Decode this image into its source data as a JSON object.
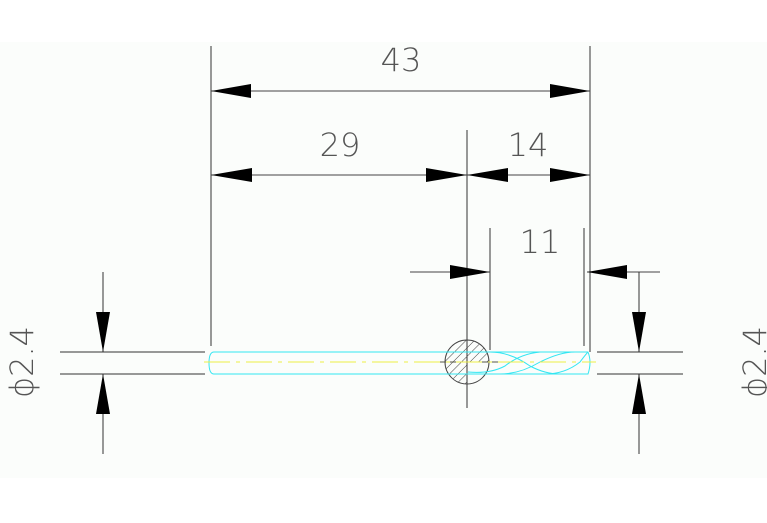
{
  "drawing": {
    "type": "technical drawing - drill bit side view",
    "colors": {
      "background": "#fbfdfb",
      "dimension_lines": "#333333",
      "dimension_text": "#555555",
      "tool_outline": "#33e6f2",
      "centerline": "#eeee44",
      "hatch": "#444444"
    },
    "dimensions": {
      "overall_length": "43",
      "shank_length": "29",
      "tip_length": "14",
      "flute_length": "11",
      "diameter_left": "ϕ2.4",
      "diameter_right": "ϕ2.4"
    }
  }
}
